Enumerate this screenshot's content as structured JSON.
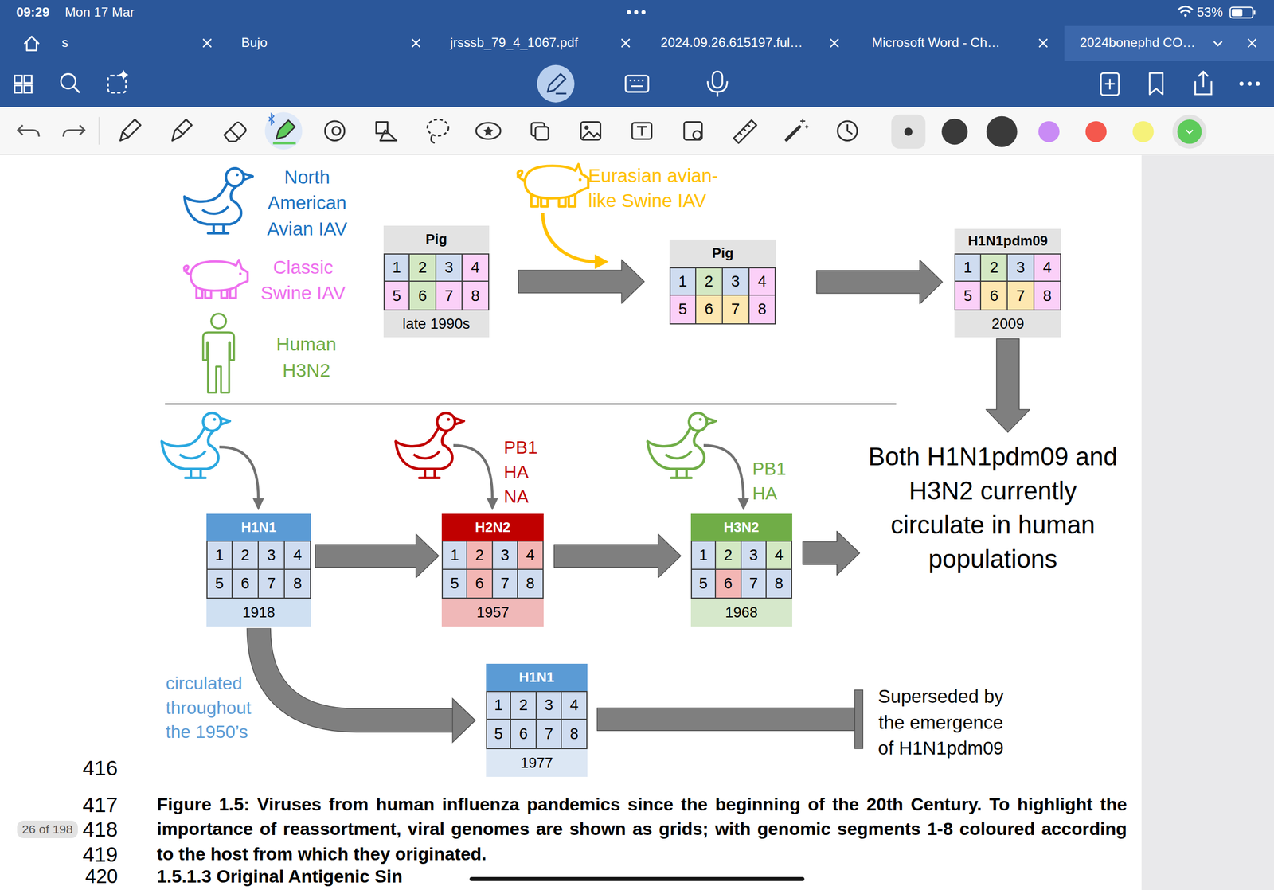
{
  "diagram": {
    "caption": "Figure 1.5: Viruses from human influenza pandemics since the beginning of the 20th Century. To highlight the importance of reassortment, viral genomes are shown as grids; with genomic segments 1-8 coloured according to the host from which they originated.",
    "nodes": [
      {
        "text": [
          "Pig",
          "late 1990s"
        ]
      },
      {
        "text": [
          "1"
        ],
        "in": 0
      },
      {
        "text": [
          "2"
        ],
        "in": 0
      },
      {
        "text": [
          "3"
        ],
        "in": 0
      },
      {
        "text": [
          "4"
        ],
        "in": 0
      },
      {
        "text": [
          "5"
        ],
        "in": 0
      },
      {
        "text": [
          "6"
        ],
        "in": 0
      },
      {
        "text": [
          "7"
        ],
        "in": 0
      },
      {
        "text": [
          "8"
        ],
        "in": 0
      },
      {
        "text": [
          "Pig"
        ]
      },
      {
        "text": [
          "1"
        ],
        "in": 9
      },
      {
        "text": [
          "2"
        ],
        "in": 9
      },
      {
        "text": [
          "3"
        ],
        "in": 9
      },
      {
        "text": [
          "4"
        ],
        "in": 9
      },
      {
        "text": [
          "5"
        ],
        "in": 9
      },
      {
        "text": [
          "6"
        ],
        "in": 9
      },
      {
        "text": [
          "7"
        ],
        "in": 9
      },
      {
        "text": [
          "8"
        ],
        "in": 9
      },
      {
        "text": [
          "H1N1pdm09",
          "2009"
        ]
      },
      {
        "text": [
          "1"
        ],
        "in": 18
      },
      {
        "text": [
          "2"
        ],
        "in": 18
      },
      {
        "text": [
          "3"
        ],
        "in": 18
      },
      {
        "text": [
          "4"
        ],
        "in": 18
      },
      {
        "text": [
          "5"
        ],
        "in": 18
      },
      {
        "text": [
          "6"
        ],
        "in": 18
      },
      {
        "text": [
          "7"
        ],
        "in": 18
      },
      {
        "text": [
          "8"
        ],
        "in": 18
      },
      {
        "text": [
          "H1N1",
          "1918"
        ]
      },
      {
        "text": [
          "1"
        ],
        "in": 27
      },
      {
        "text": [
          "2"
        ],
        "in": 27
      },
      {
        "text": [
          "3"
        ],
        "in": 27
      },
      {
        "text": [
          "4"
        ],
        "in": 27
      },
      {
        "text": [
          "5"
        ],
        "in": 27
      },
      {
        "text": [
          "6"
        ],
        "in": 27
      },
      {
        "text": [
          "7"
        ],
        "in": 27
      },
      {
        "text": [
          "8"
        ],
        "in": 27
      },
      {
        "text": [
          "H2N2",
          "1957"
        ]
      },
      {
        "text": [
          "1"
        ],
        "in": 36
      },
      {
        "text": [
          "2"
        ],
        "in": 36
      },
      {
        "text": [
          "3"
        ],
        "in": 36
      },
      {
        "text": [
          "4"
        ],
        "in": 36
      },
      {
        "text": [
          "5"
        ],
        "in": 36
      },
      {
        "text": [
          "6"
        ],
        "in": 36
      },
      {
        "text": [
          "7"
        ],
        "in": 36
      },
      {
        "text": [
          "8"
        ],
        "in": 36
      },
      {
        "text": [
          "H3N2",
          "1968"
        ]
      },
      {
        "text": [
          "1"
        ],
        "in": 45
      },
      {
        "text": [
          "2"
        ],
        "in": 45
      },
      {
        "text": [
          "3"
        ],
        "in": 45
      },
      {
        "text": [
          "4"
        ],
        "in": 45
      },
      {
        "text": [
          "5"
        ],
        "in": 45
      },
      {
        "text": [
          "6"
        ],
        "in": 45
      },
      {
        "text": [
          "7"
        ],
        "in": 45
      },
      {
        "text": [
          "8"
        ],
        "in": 45
      },
      {
        "text": [
          "Both H1N1pdm09 and H3N2 currently circulate in human populations"
        ]
      },
      {
        "text": [
          "H1N1",
          "1977"
        ]
      },
      {
        "text": [
          "1"
        ],
        "in": 55
      },
      {
        "text": [
          "2"
        ],
        "in": 55
      },
      {
        "text": [
          "3"
        ],
        "in": 55
      },
      {
        "text": [
          "4"
        ],
        "in": 55
      },
      {
        "text": [
          "5"
        ],
        "in": 55
      },
      {
        "text": [
          "6"
        ],
        "in": 55
      },
      {
        "text": [
          "7"
        ],
        "in": 55
      },
      {
        "text": [
          "8"
        ],
        "in": 55
      },
      {
        "text": [
          "Superseded by the emergence of H1N1pdm09"
        ]
      }
    ],
    "edges": [
      {
        "from": 0,
        "to": 9,
        "arrow": "to"
      },
      {
        "from": 9,
        "to": 18,
        "arrow": "to"
      },
      {
        "from": 18,
        "to": 54,
        "arrow": "to"
      },
      {
        "from": 27,
        "to": 36,
        "arrow": "to"
      },
      {
        "from": 36,
        "to": 45,
        "arrow": "to"
      },
      {
        "from": 45,
        "to": 54,
        "arrow": "to"
      },
      {
        "from": 27,
        "to": 55,
        "arrow": "to"
      },
      {
        "from": 55,
        "to": 64,
        "arrow": "none"
      }
    ],
    "labels": [
      "09:29",
      "Mon 17 Mar",
      "53%",
      "s",
      "Bujo",
      "jrsssb_79_4_1067.pdf",
      "2024.09.26.615197.ful…",
      "Microsoft Word - Ch…",
      "2024bonephd CO…",
      "Eurasian avian-like Swine IAV",
      "PB1 HA NA",
      "PB1 HA",
      "circulated throughout the 1950’s",
      "416",
      "417",
      "418",
      "26 of 198",
      "419",
      "420",
      "1.5.1.3 Original Antigenic Sin"
    ],
    "legend": [
      {
        "text": "North American Avian IAV"
      },
      {
        "text": "Classic Swine IAV"
      },
      {
        "text": "Human H3N2"
      }
    ]
  }
}
